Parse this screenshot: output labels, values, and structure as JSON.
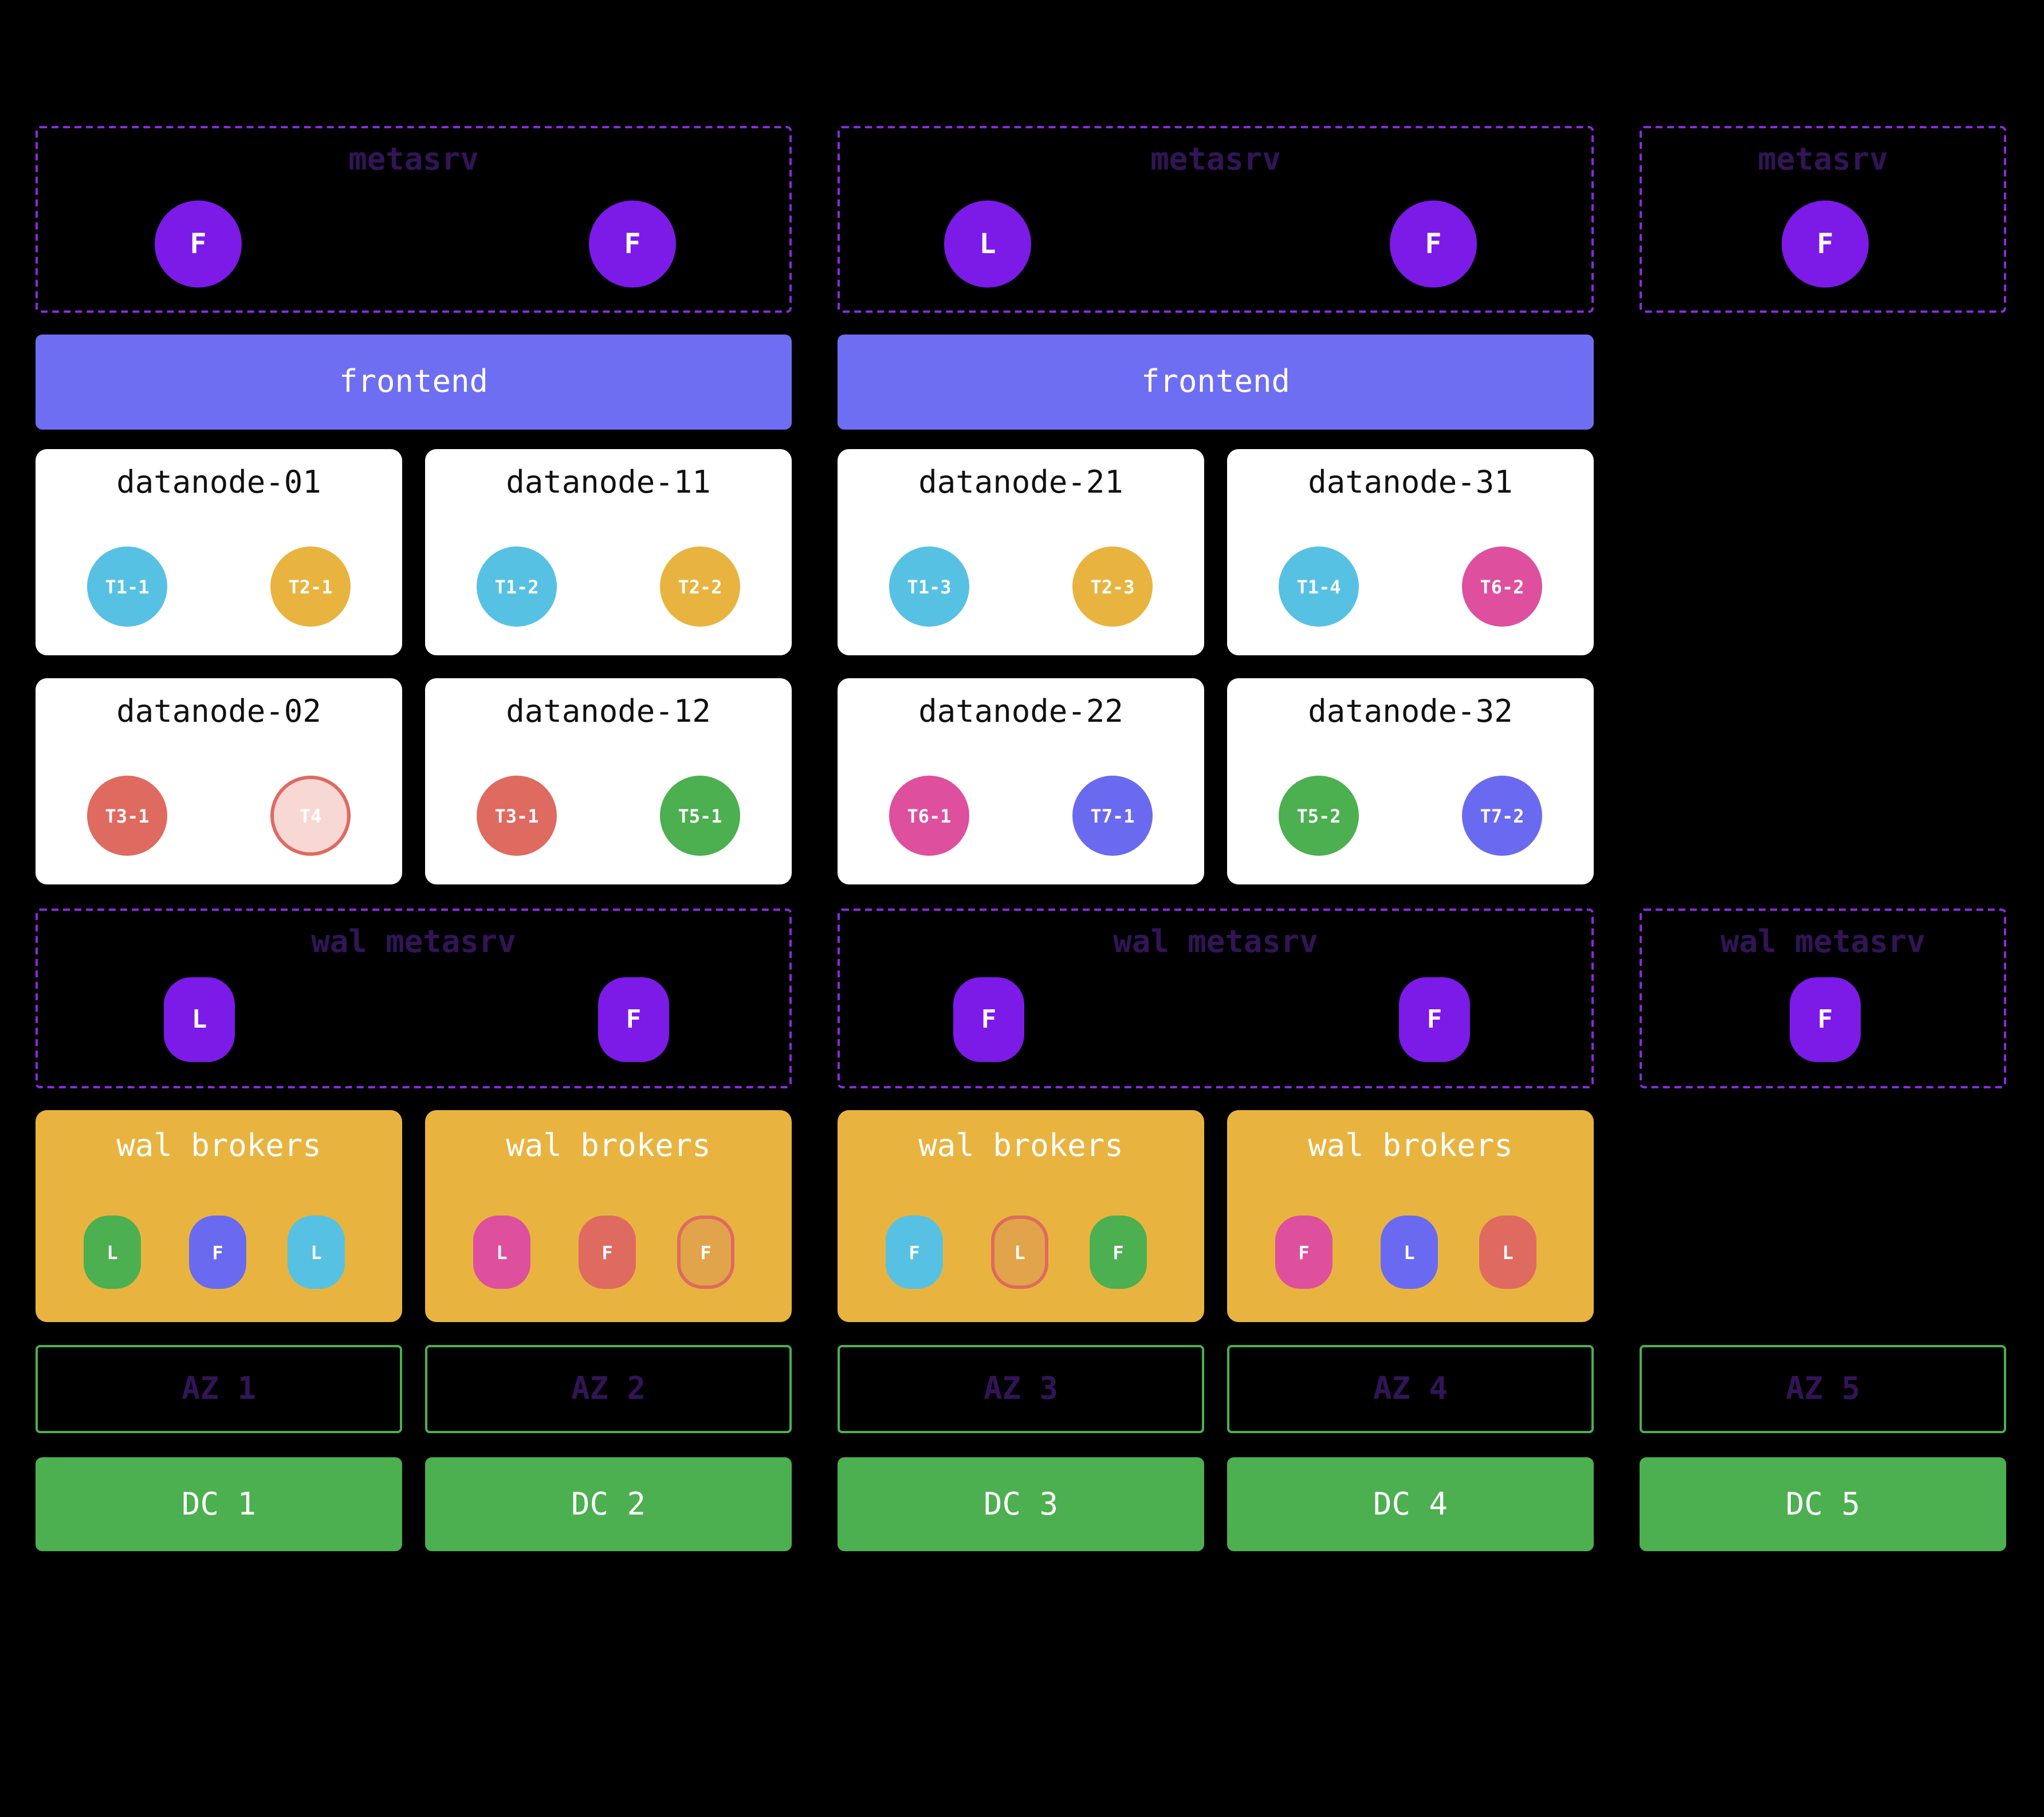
{
  "colors": {
    "background": "#000000",
    "dashed_border": "#8a2be2",
    "metasrv_node": "#7c1ae8",
    "frontend_bar": "#6e6ef2",
    "broker_box": "#e8b43f",
    "zone_green": "#4caf50",
    "dim_label": "#321457",
    "card_bg": "#ffffff"
  },
  "metasrv_groups": [
    {
      "title": "metasrv",
      "nodes": [
        {
          "label": "F"
        },
        {
          "label": "F"
        }
      ]
    },
    {
      "title": "metasrv",
      "nodes": [
        {
          "label": "L"
        },
        {
          "label": "F"
        }
      ]
    },
    {
      "title": "metasrv",
      "nodes": [
        {
          "label": "F"
        }
      ]
    }
  ],
  "frontends": [
    {
      "label": "frontend"
    },
    {
      "label": "frontend"
    }
  ],
  "datanodes": [
    {
      "name": "datanode-01",
      "regions": [
        {
          "label": "T1-1",
          "fill": "#57c1e3"
        },
        {
          "label": "T2-1",
          "fill": "#e8b43f"
        }
      ]
    },
    {
      "name": "datanode-11",
      "regions": [
        {
          "label": "T1-2",
          "fill": "#57c1e3"
        },
        {
          "label": "T2-2",
          "fill": "#e8b43f"
        }
      ]
    },
    {
      "name": "datanode-21",
      "regions": [
        {
          "label": "T1-3",
          "fill": "#57c1e3"
        },
        {
          "label": "T2-3",
          "fill": "#e8b43f"
        }
      ]
    },
    {
      "name": "datanode-31",
      "regions": [
        {
          "label": "T1-4",
          "fill": "#57c1e3"
        },
        {
          "label": "T6-2",
          "fill": "#de4f9e"
        }
      ]
    },
    {
      "name": "datanode-02",
      "regions": [
        {
          "label": "T3-1",
          "fill": "#df6a60"
        },
        {
          "label": "T4",
          "fill": "#f8d8d4",
          "border": "#df6a60"
        }
      ]
    },
    {
      "name": "datanode-12",
      "regions": [
        {
          "label": "T3-1",
          "fill": "#df6a60"
        },
        {
          "label": "T5-1",
          "fill": "#4caf50"
        }
      ]
    },
    {
      "name": "datanode-22",
      "regions": [
        {
          "label": "T6-1",
          "fill": "#de4f9e"
        },
        {
          "label": "T7-1",
          "fill": "#6a6af0"
        }
      ]
    },
    {
      "name": "datanode-32",
      "regions": [
        {
          "label": "T5-2",
          "fill": "#4caf50"
        },
        {
          "label": "T7-2",
          "fill": "#6a6af0"
        }
      ]
    }
  ],
  "wal_metasrv_groups": [
    {
      "title": "wal metasrv",
      "nodes": [
        {
          "label": "L"
        },
        {
          "label": "F"
        }
      ]
    },
    {
      "title": "wal metasrv",
      "nodes": [
        {
          "label": "F"
        },
        {
          "label": "F"
        }
      ]
    },
    {
      "title": "wal metasrv",
      "nodes": [
        {
          "label": "F"
        }
      ]
    }
  ],
  "wal_broker_groups": [
    {
      "title": "wal brokers",
      "nodes": [
        {
          "label": "L",
          "fill": "#4caf50"
        },
        {
          "label": "F",
          "fill": "#6a6af0"
        },
        {
          "label": "L",
          "fill": "#57c1e3"
        }
      ]
    },
    {
      "title": "wal brokers",
      "nodes": [
        {
          "label": "L",
          "fill": "#de4f9e"
        },
        {
          "label": "F",
          "fill": "#df6a60"
        },
        {
          "label": "F",
          "fill": "#e2a44a",
          "border": "#df6a60"
        }
      ]
    },
    {
      "title": "wal brokers",
      "nodes": [
        {
          "label": "F",
          "fill": "#57c1e3"
        },
        {
          "label": "L",
          "fill": "#e2a44a",
          "border": "#df6a60"
        },
        {
          "label": "F",
          "fill": "#4caf50"
        }
      ]
    },
    {
      "title": "wal brokers",
      "nodes": [
        {
          "label": "F",
          "fill": "#de4f9e"
        },
        {
          "label": "L",
          "fill": "#6a6af0"
        },
        {
          "label": "L",
          "fill": "#df6a60"
        }
      ]
    }
  ],
  "availability_zones": [
    {
      "label": "AZ 1"
    },
    {
      "label": "AZ 2"
    },
    {
      "label": "AZ 3"
    },
    {
      "label": "AZ 4"
    },
    {
      "label": "AZ 5"
    }
  ],
  "datacenters": [
    {
      "label": "DC 1"
    },
    {
      "label": "DC 2"
    },
    {
      "label": "DC 3"
    },
    {
      "label": "DC 4"
    },
    {
      "label": "DC 5"
    }
  ]
}
